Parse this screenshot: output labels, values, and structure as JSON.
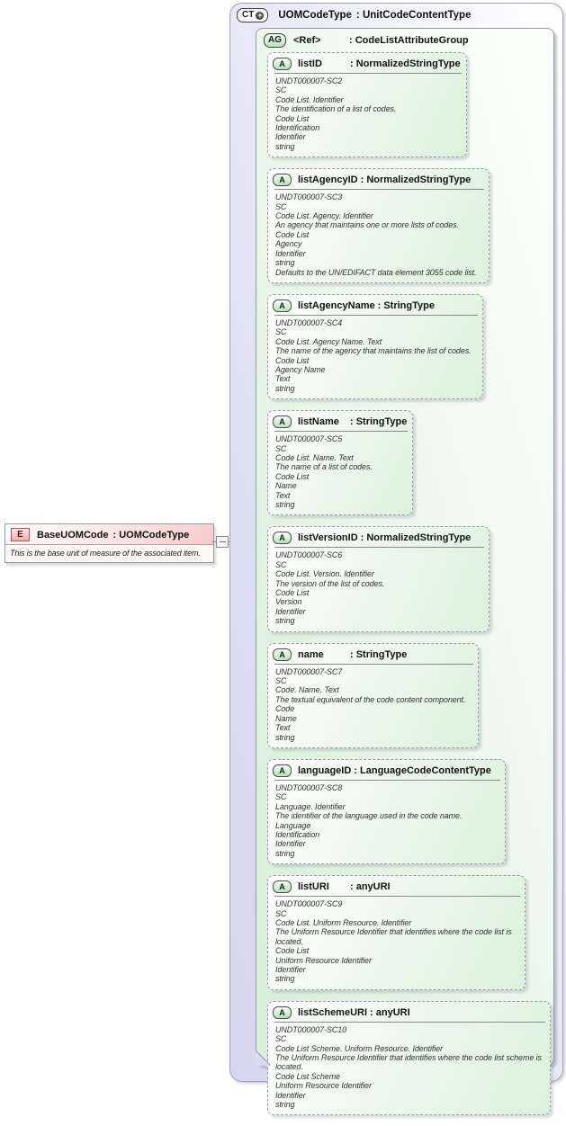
{
  "complex_type": {
    "badge": "CT",
    "badge_plus": "+",
    "name": "UOMCodeType",
    "type_label": ": UnitCodeContentType"
  },
  "attribute_group": {
    "badge": "AG",
    "name": "<Ref>",
    "type_label": ": CodeListAttributeGroup",
    "attributes": [
      {
        "badge": "A",
        "name": "listID",
        "type_label": ": NormalizedStringType",
        "lines": [
          "UNDT000007-SC2",
          "SC",
          "Code List. Identifier",
          "The identification of a list of codes.",
          "Code List",
          "Identification",
          "Identifier",
          "string"
        ]
      },
      {
        "badge": "A",
        "name": "listAgencyID",
        "type_label": ": NormalizedStringType",
        "lines": [
          "UNDT000007-SC3",
          "SC",
          "Code List. Agency. Identifier",
          "An agency that maintains one or more lists of codes.",
          "Code List",
          "Agency",
          "Identifier",
          "string",
          "Defaults to the UN/EDIFACT data element 3055 code list."
        ]
      },
      {
        "badge": "A",
        "name": "listAgencyName",
        "type_label": ": StringType",
        "lines": [
          "UNDT000007-SC4",
          "SC",
          "Code List. Agency Name. Text",
          "The name of the agency that maintains the list of codes.",
          "Code List",
          "Agency Name",
          "Text",
          "string"
        ]
      },
      {
        "badge": "A",
        "name": "listName",
        "type_label": ": StringType",
        "lines": [
          "UNDT000007-SC5",
          "SC",
          "Code List. Name. Text",
          "The name of a list of codes.",
          "Code List",
          "Name",
          "Text",
          "string"
        ]
      },
      {
        "badge": "A",
        "name": "listVersionID",
        "type_label": ": NormalizedStringType",
        "lines": [
          "UNDT000007-SC6",
          "SC",
          "Code List. Version. Identifier",
          "The version of the list of codes.",
          "Code List",
          "Version",
          "Identifier",
          "string"
        ]
      },
      {
        "badge": "A",
        "name": "name",
        "type_label": ": StringType",
        "lines": [
          "UNDT000007-SC7",
          "SC",
          "Code. Name. Text",
          "The textual equivalent of the code content component.",
          "Code",
          "Name",
          "Text",
          "string"
        ]
      },
      {
        "badge": "A",
        "name": "languageID",
        "type_label": ": LanguageCodeContentType",
        "lines": [
          "UNDT000007-SC8",
          "SC",
          "Language. Identifier",
          "The identifier of the language used in the code name.",
          "Language",
          "Identification",
          "Identifier",
          "string"
        ]
      },
      {
        "badge": "A",
        "name": "listURI",
        "type_label": ": anyURI",
        "lines": [
          "UNDT000007-SC9",
          "SC",
          "Code List. Uniform Resource. Identifier",
          "The Uniform Resource Identifier that identifies where the code list is located.",
          "Code List",
          "Uniform Resource Identifier",
          "Identifier",
          "string"
        ]
      },
      {
        "badge": "A",
        "name": "listSchemeURI",
        "type_label": ": anyURI",
        "lines": [
          "UNDT000007-SC10",
          "SC",
          "Code List Scheme. Uniform Resource. Identifier",
          "The Uniform Resource Identifier that identifies where the code list scheme is located.",
          "Code List Scheme",
          "Uniform Resource Identifier",
          "Identifier",
          "string"
        ]
      }
    ]
  },
  "element": {
    "badge": "E",
    "name": "BaseUOMCode",
    "type_label": ": UOMCodeType",
    "annotation": "This is the base unit of measure of the associated item."
  },
  "colors": {
    "container_lavender": "#d6d6f0",
    "group_green": "#d8efd8",
    "attribute_green": "#dcf1dc",
    "element_pink": "#f6caca",
    "border_gray": "#9a9aa4"
  }
}
